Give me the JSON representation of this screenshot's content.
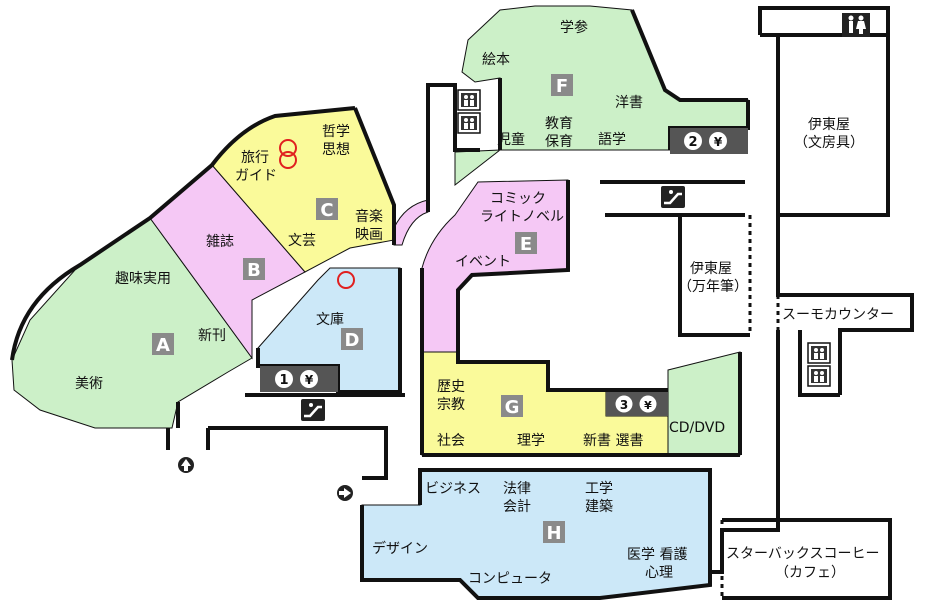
{
  "colors": {
    "green": "#ccf0c8",
    "pink": "#f5c8f5",
    "yellow": "#fafa9a",
    "blue": "#cce8f8",
    "wall": "#111111",
    "section_box": "#8a8a8a",
    "counter": "#555555"
  },
  "sections": {
    "A": "A",
    "B": "B",
    "C": "C",
    "D": "D",
    "E": "E",
    "F": "F",
    "G": "G",
    "H": "H"
  },
  "labels": {
    "shumi": "趣味実用",
    "shinkan": "新刊",
    "bijutsu": "美術",
    "zasshi": "雑誌",
    "ryoko1": "旅行",
    "ryoko2": "ガイド",
    "tetsugaku1": "哲学",
    "tetsugaku2": "思想",
    "bungei": "文芸",
    "ongaku1": "音楽",
    "ongaku2": "映画",
    "bunko": "文庫",
    "comic1": "コミック",
    "comic2": "ライトノベル",
    "event": "イベント",
    "ehon": "絵本",
    "gakusan": "学参",
    "yosho": "洋書",
    "jido": "児童",
    "kyoiku1": "教育",
    "kyoiku2": "保育",
    "gogaku": "語学",
    "itoya_stationery1": "伊東屋",
    "itoya_stationery2": "（文房具）",
    "itoya_pen1": "伊東屋",
    "itoya_pen2": "（万年筆）",
    "sumo": "スーモカウンター",
    "rekishi1": "歴史",
    "rekishi2": "宗教",
    "shakai": "社会",
    "rigaku": "理学",
    "shinsho": "新書 選書",
    "cddvd": "CD/DVD",
    "business": "ビジネス",
    "horitsu1": "法律",
    "horitsu2": "会計",
    "kogaku1": "工学",
    "kogaku2": "建築",
    "design": "デザイン",
    "igaku1": "医学 看護",
    "igaku2": "心理",
    "computer": "コンピュータ",
    "starbucks1": "スターバックスコーヒー",
    "starbucks2": "（カフェ）"
  },
  "counters": [
    {
      "num": "1",
      "symbol": "¥"
    },
    {
      "num": "2",
      "symbol": "¥"
    },
    {
      "num": "3",
      "symbol": "¥"
    }
  ],
  "icons": {
    "restroom": "restroom-icon",
    "elevator": "elevator-icon",
    "escalator": "escalator-icon",
    "entrance_up": "arrow-up-icon",
    "entrance_right": "arrow-right-icon",
    "recommend": "red-circle-icon"
  }
}
